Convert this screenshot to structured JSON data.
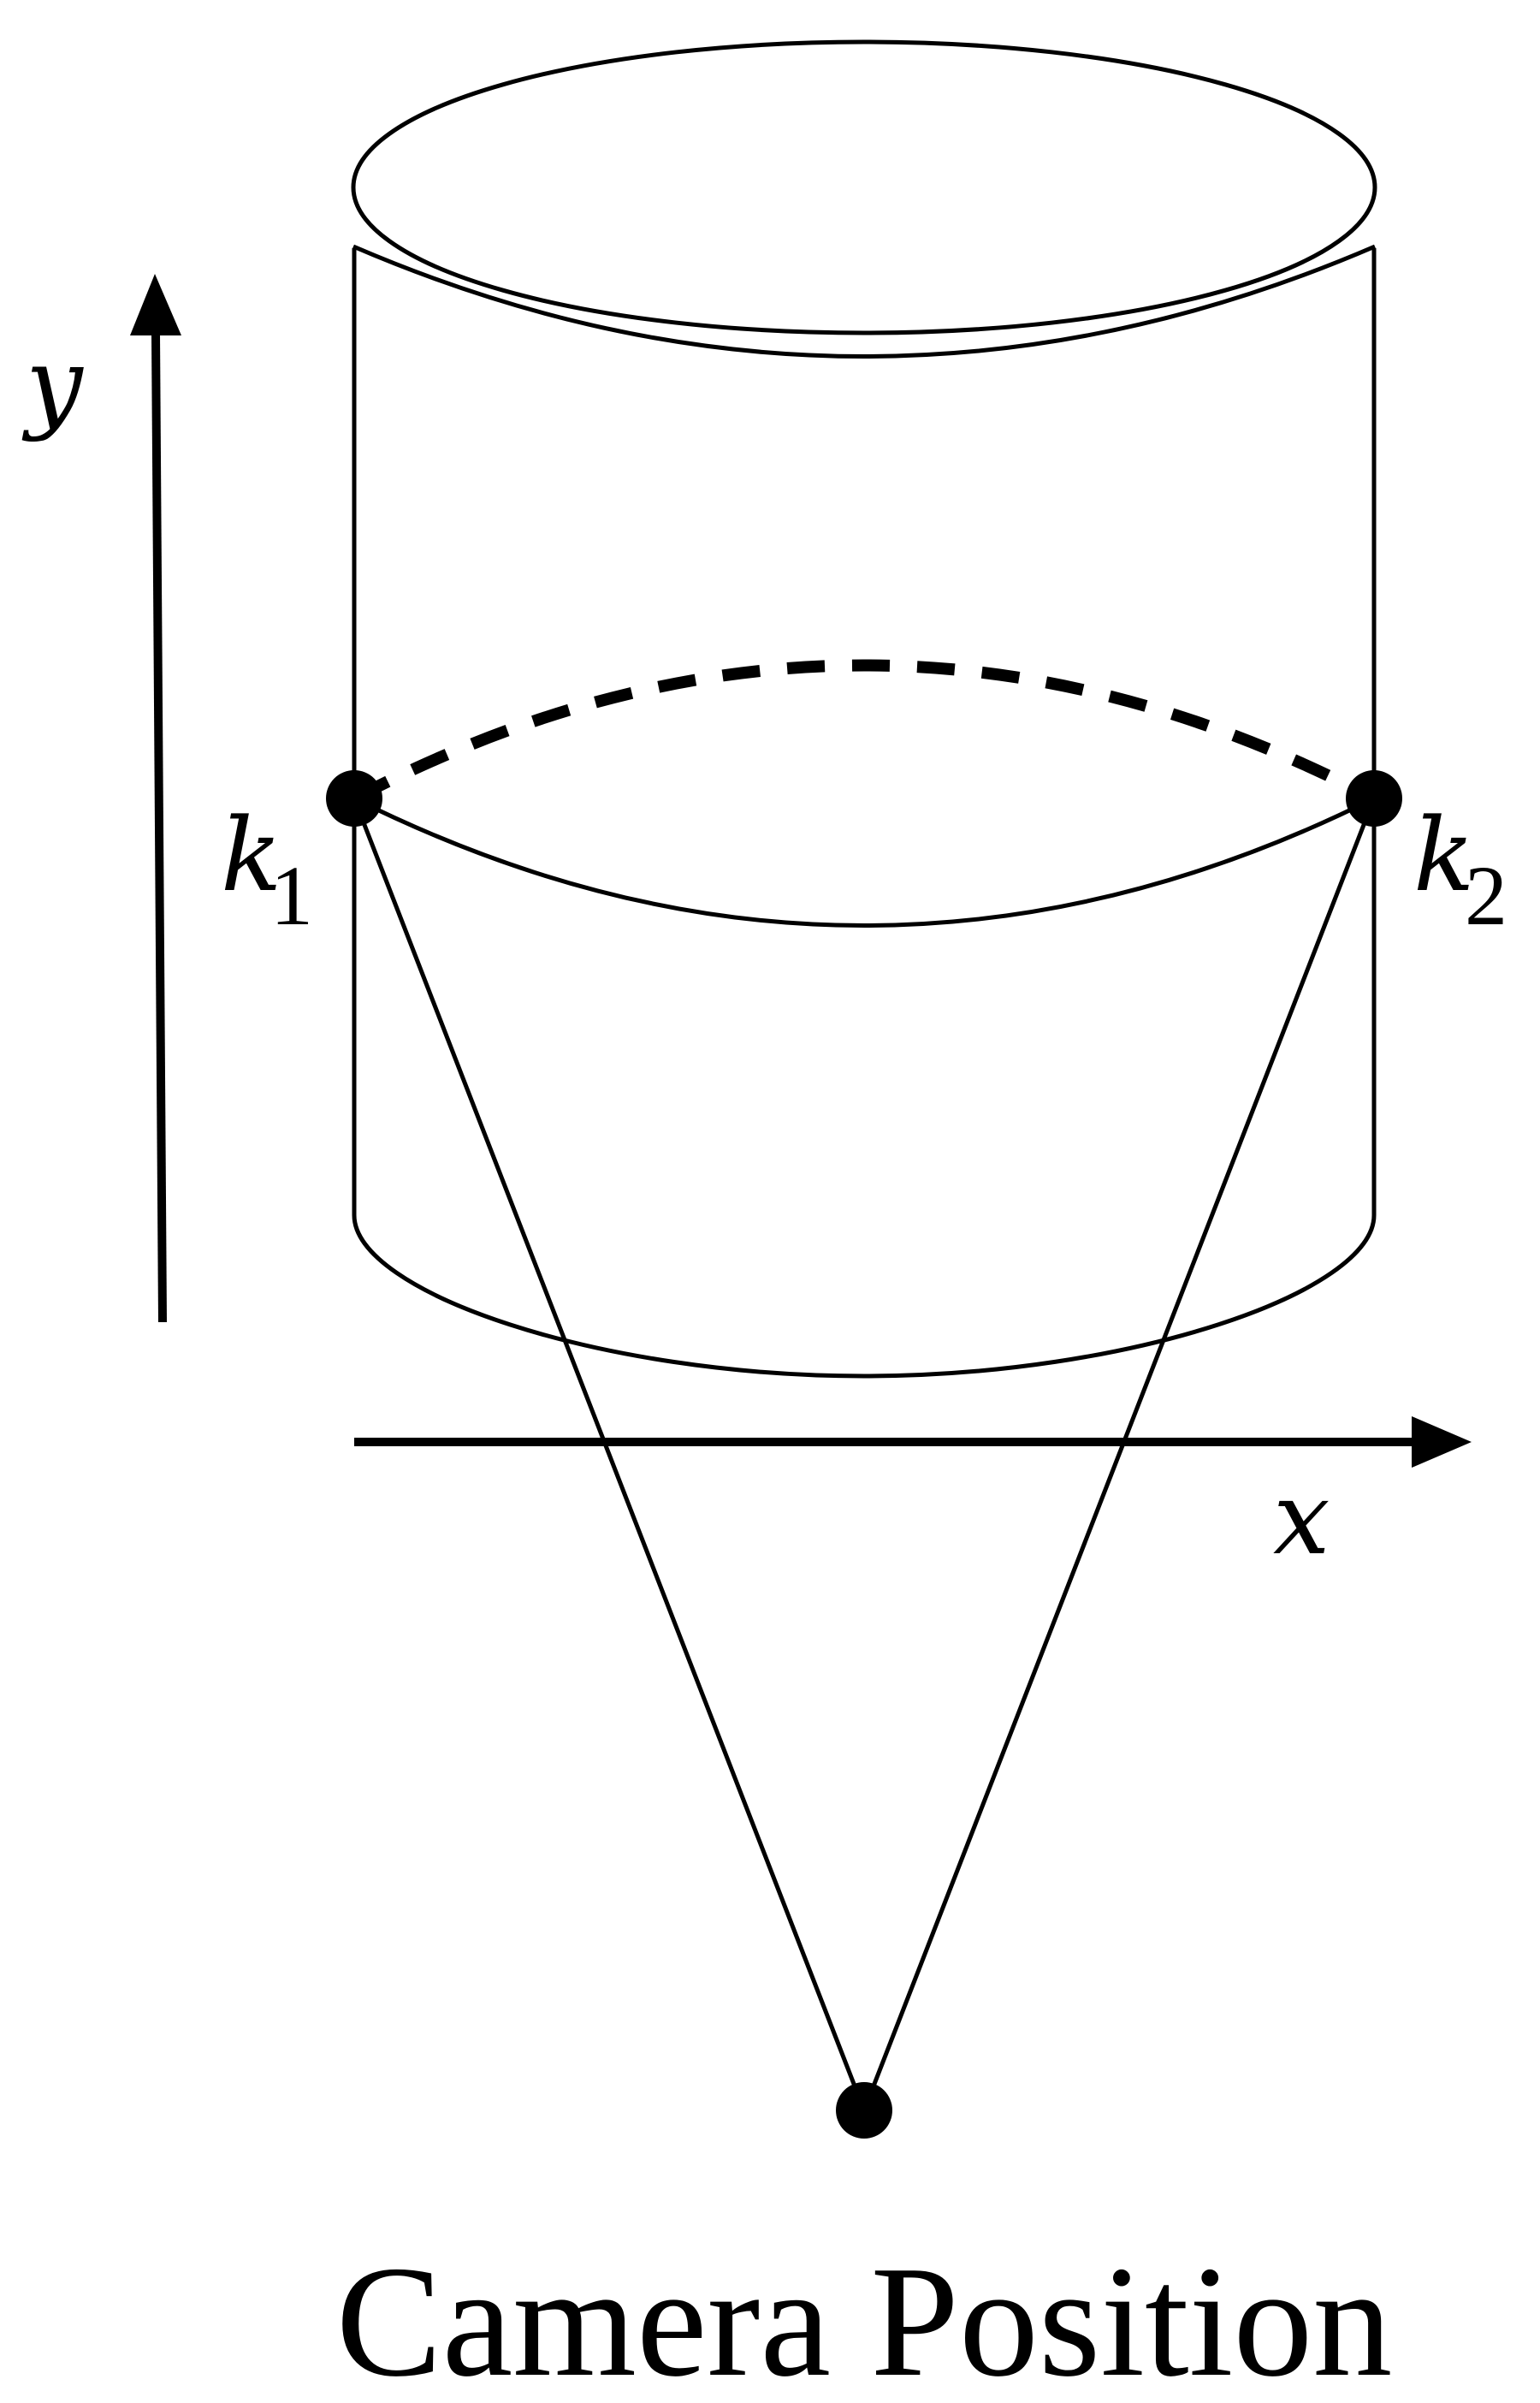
{
  "labels": {
    "y_axis": "y",
    "x_axis": "x",
    "k1_base": "k",
    "k1_sub": "1",
    "k2_base": "k",
    "k2_sub": "2",
    "caption": "Camera Position"
  },
  "colors": {
    "stroke": "#000000",
    "background": "#ffffff"
  }
}
